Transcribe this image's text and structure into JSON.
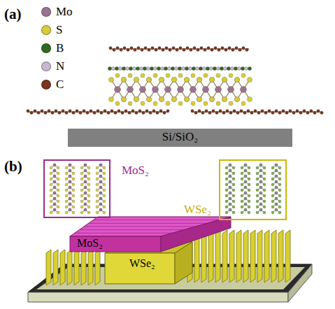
{
  "diagram": {
    "nodes": [
      {
        "text": [
          "Si/SiO₂"
        ]
      },
      {
        "text": [
          "MoS₂"
        ]
      },
      {
        "text": [
          "WSe₂"
        ]
      },
      {
        "text": [
          "MoS₂"
        ]
      },
      {
        "text": [
          "WSe₂"
        ]
      }
    ],
    "labels": [
      "(a)",
      "(b)"
    ],
    "legend": [
      {
        "text": "Mo",
        "color": "#9b7390"
      },
      {
        "text": "S",
        "color": "#d6cc3c"
      },
      {
        "text": "B",
        "color": "#2f6a1f"
      },
      {
        "text": "N",
        "color": "#cbb6d0"
      },
      {
        "text": "C",
        "color": "#7a3620"
      }
    ]
  }
}
